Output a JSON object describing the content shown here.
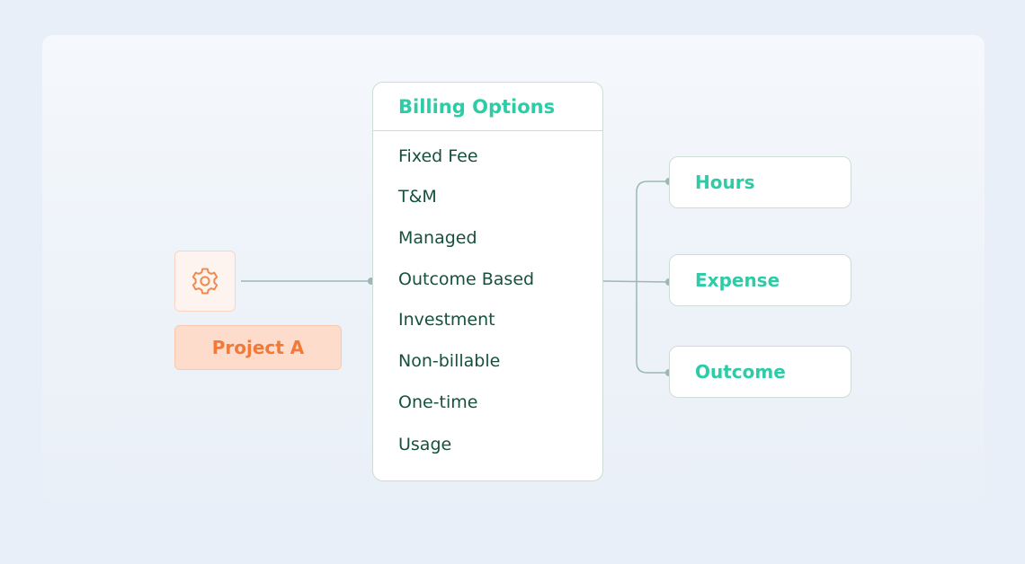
{
  "project": {
    "label": "Project A",
    "icon": "gear-icon"
  },
  "billing": {
    "title": "Billing Options",
    "items": [
      "Fixed Fee",
      "T&M",
      "Managed",
      "Outcome Based",
      "Investment",
      "Non-billable",
      "One-time",
      "Usage"
    ]
  },
  "outputs": [
    "Hours",
    "Expense",
    "Outcome"
  ],
  "colors": {
    "accent_green": "#2ccca6",
    "item_text": "#17503f",
    "project_orange": "#f07a3a",
    "connector": "#9bb8b2"
  }
}
